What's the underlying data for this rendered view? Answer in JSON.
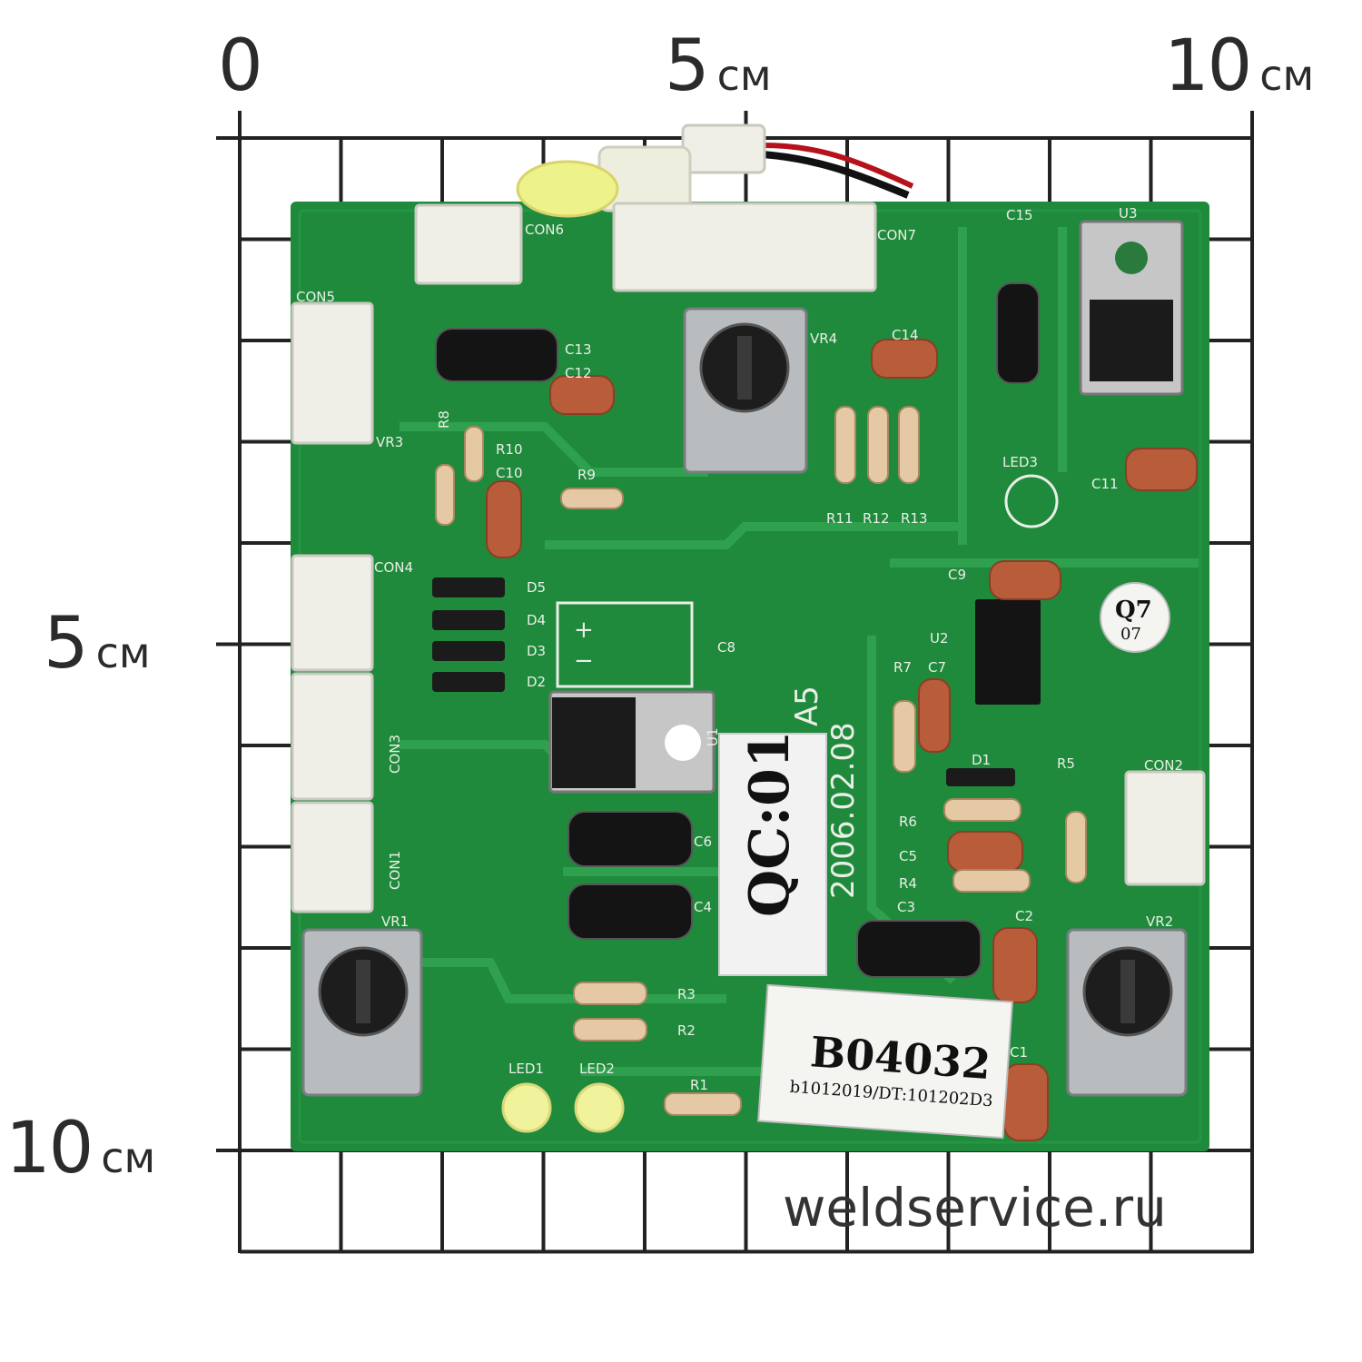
{
  "ruler": {
    "top_zero": "0",
    "top_five": "5",
    "top_ten": "10",
    "unit": "см",
    "left_five": "5",
    "left_ten": "10"
  },
  "board": {
    "connectors": [
      "CON1",
      "CON2",
      "CON3",
      "CON4",
      "CON5",
      "CON6",
      "CON7"
    ],
    "pots": [
      "VR1",
      "VR2",
      "VR3",
      "VR4"
    ],
    "caps": [
      "C1",
      "C2",
      "C3",
      "C4",
      "C5",
      "C6",
      "C7",
      "C8",
      "C9",
      "C10",
      "C11",
      "C12",
      "C13",
      "C14",
      "C15"
    ],
    "resistors": [
      "R1",
      "R2",
      "R3",
      "R4",
      "R5",
      "R6",
      "R7",
      "R8",
      "R9",
      "R10",
      "R11",
      "R12",
      "R13"
    ],
    "diodes": [
      "D1",
      "D2",
      "D3",
      "D4",
      "D5"
    ],
    "leds": [
      "LED1",
      "LED2",
      "LED3"
    ],
    "ics": [
      "U1",
      "U2",
      "U3"
    ],
    "date": "2006.02.08",
    "rev": "A5",
    "polarity_plus": "+",
    "polarity_minus": "−",
    "qc_sticker": "QC:01",
    "lot_sticker": "Q7",
    "lot_sticker_sub": "07",
    "part_sticker_main": "B04032",
    "part_sticker_sub": "b1012019/DT:101202D3"
  },
  "watermark": "weldservice.ru",
  "colors": {
    "pcb": "#1f8a3c",
    "grid_line": "#222222",
    "connector": "#efefe8",
    "cap": "#b85c3a"
  }
}
